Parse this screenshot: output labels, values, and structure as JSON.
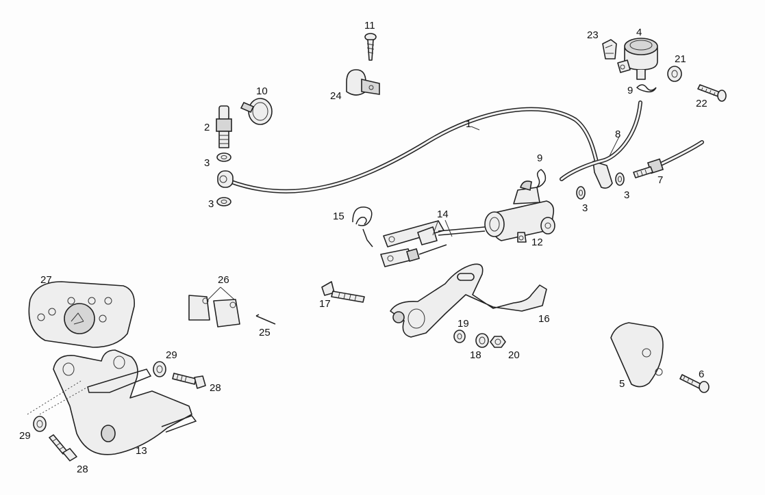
{
  "callouts": [
    "1",
    "2",
    "3",
    "3",
    "3",
    "3",
    "4",
    "5",
    "6",
    "7",
    "8",
    "9",
    "9",
    "10",
    "11",
    "12",
    "13",
    "14",
    "15",
    "16",
    "17",
    "18",
    "19",
    "20",
    "21",
    "22",
    "23",
    "24",
    "25",
    "26",
    "27",
    "28",
    "28",
    "29",
    "29"
  ],
  "colors": {
    "background": "#fdfdfd",
    "line": "#222222",
    "fill": "#eeeeee",
    "shade": "#d6d6d6"
  }
}
